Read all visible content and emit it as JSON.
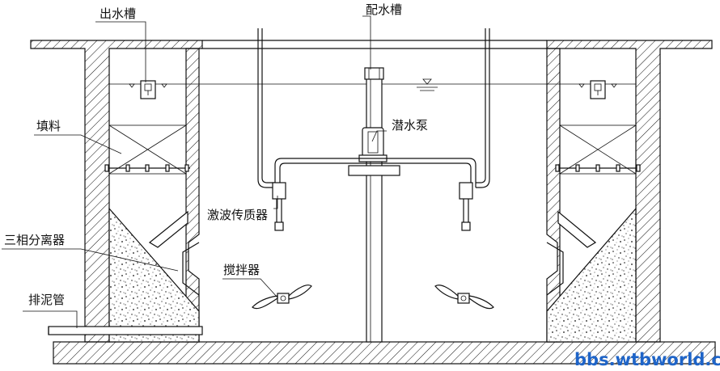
{
  "labels": {
    "outlet_trough": "出水槽",
    "distribution_trough": "配水槽",
    "packing": "填料",
    "submersible_pump": "潜水泵",
    "ultrasonic_sensor": "激波传质器",
    "three_phase_separator": "三相分离器",
    "mixer": "搅拌器",
    "sludge_pipe": "排泥管"
  },
  "watermark": "bbs.wtbworld.com",
  "colors": {
    "line": "#111111",
    "watermark": "#1e64c8",
    "background": "#ffffff"
  }
}
